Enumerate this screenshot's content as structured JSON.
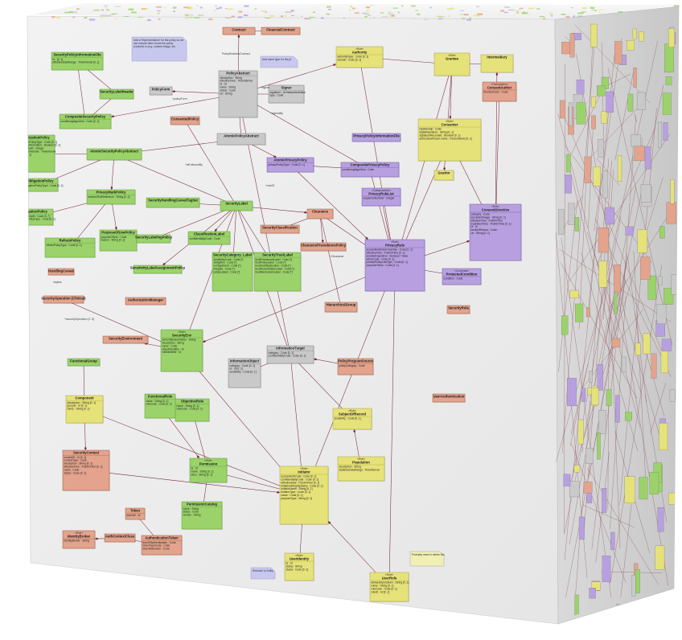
{
  "colors": {
    "green": "#9bd36a",
    "green_border": "#5e9a37",
    "yellow": "#e6e27a",
    "yellow_border": "#a6a23a",
    "purple": "#b8a0e0",
    "purple_border": "#6e55a8",
    "salmon": "#e3a38c",
    "salmon_border": "#9a5a46",
    "gray": "#c9c9c9",
    "gray_border": "#808080",
    "note": "#c8c8ee",
    "note_yellow": "#f0f0b4",
    "edge": "#7a2b3a"
  },
  "classes": [
    {
      "id": "contract",
      "name": "Contract",
      "color": "salmon",
      "attrs": []
    },
    {
      "id": "financialcontract",
      "name": "FinancialContract",
      "color": "salmon",
      "attrs": []
    },
    {
      "id": "securitypolicyinfofile",
      "name": "SecurityPolicyInformationFile",
      "color": "green",
      "attrs": [
        "id : [0..1]",
        "effectiveDateRange : TimeInterval [0..1]"
      ]
    },
    {
      "id": "authority",
      "name": "Authority",
      "stereo": "«Role»",
      "color": "yellow",
      "attrs": [
        "authorityType : Code [0..1]",
        "domain : Code [0..1]"
      ]
    },
    {
      "id": "grantee",
      "name": "Grantee",
      "stereo": "«Role»",
      "color": "yellow",
      "attrs": []
    },
    {
      "id": "intermediary",
      "name": "Intermediary",
      "color": "yellow",
      "attrs": []
    },
    {
      "id": "consentauthor",
      "name": "ConsentAuthor",
      "stereo": "«Participation»",
      "color": "salmon",
      "attrs": [
        "functionCode : Code"
      ]
    },
    {
      "id": "policyabstract",
      "name": "PolicyAbstract",
      "color": "gray",
      "attrs": [
        "description : String",
        "effectiveTime : TimeInterval",
        "id : Id",
        "name : String",
        "status : Code",
        "uri : String"
      ]
    },
    {
      "id": "signer",
      "name": "Signer",
      "color": "gray",
      "attrs": [
        "signature : UninterpretedValue",
        "type : Code"
      ]
    },
    {
      "id": "policyform",
      "name": "PolicyForm",
      "color": "gray",
      "attrs": []
    },
    {
      "id": "securitylabelheader",
      "name": "SecurityLabelHeader",
      "color": "green",
      "attrs": []
    },
    {
      "id": "compositesecuritypolicy",
      "name": "CompositeSecurityPolicy",
      "color": "green",
      "attrs": [
        "combiningAlgorithm : Code [0..1]"
      ]
    },
    {
      "id": "consentedpolicy",
      "name": "ConsentedPolicy",
      "color": "salmon",
      "attrs": []
    },
    {
      "id": "atomicpolicyabstract",
      "name": "AtomicPolicyAbstract",
      "color": "gray",
      "attrs": []
    },
    {
      "id": "authorizationpolicy",
      "name": "AuthorizationPolicy",
      "color": "green",
      "attrs": [
        "authorizationPolicyType : Code [0..1]",
        "delegationAuthorization : Boolean [0..1]",
        "delegationDepth : Integer",
        "delegationHomeDate : TimeInterval",
        "id : Code [0..1]"
      ]
    },
    {
      "id": "atomicsecuritypolicyabstract",
      "name": "AtomicSecurityPolicyAbstract",
      "color": "green",
      "attrs": []
    },
    {
      "id": "atomicprivacypolicy",
      "name": "AtomicPrivacyPolicy",
      "color": "purple",
      "attrs": [
        "privacyPolicyType : Code [0..1]"
      ]
    },
    {
      "id": "privacypolicyinfofile",
      "name": "PrivacyPolicyInformationFile",
      "color": "purple",
      "attrs": []
    },
    {
      "id": "compositeprivacypolicy",
      "name": "CompositePrivacyPolicy",
      "color": "purple",
      "attrs": [
        "combiningAlgorithm : Code"
      ]
    },
    {
      "id": "consenter",
      "name": "Consenter",
      "stereo": "«Role»",
      "color": "yellow",
      "attrs": [
        "relationship : Code",
        "digitalSignature : String [0..1]",
        "signatureRecorded : Boolean [0..1]",
        "authorizedPerson name : PersonName [0..1]"
      ]
    },
    {
      "id": "obligationpolicy",
      "name": "ObligationPolicy",
      "color": "green",
      "attrs": [
        "obligationPolicyType : Code [0..1]"
      ]
    },
    {
      "id": "privacymarkpolicy",
      "name": "PrivacyMarkPolicy",
      "color": "green",
      "attrs": [
        "markedTextReference : String [0..1]"
      ]
    },
    {
      "id": "securityhandlingcaveat",
      "name": "SecurityHandlingCaveatTagSet",
      "color": "green",
      "attrs": []
    },
    {
      "id": "securitylabel",
      "name": "SecurityLabel",
      "color": "green",
      "attrs": []
    },
    {
      "id": "privacyrulelist",
      "name": "PrivacyRuleList",
      "stereo": "«Categorization»",
      "color": "purple",
      "attrs": [
        "sequenceNumber : Integer"
      ]
    },
    {
      "id": "grantor",
      "name": "Grantor",
      "color": "yellow",
      "attrs": []
    },
    {
      "id": "consentdirective",
      "name": "ConsentDirective",
      "stereo": "«Role»",
      "color": "purple",
      "attrs": [
        "category : Code",
        "documentImage : String [0..1]",
        "effectiveTime : PointInTime",
        "expirationTime : PointInTime [0..1]",
        "id : Id",
        "declineReason : Code",
        "uri : String [0..1]"
      ]
    },
    {
      "id": "delegationpolicy",
      "name": "DelegationPolicy",
      "color": "green",
      "attrs": [
        "delegationDepth : Code [0..*]",
        "delegatedPolicyType : Code [0..1]"
      ]
    },
    {
      "id": "purposeofusepolicy",
      "name": "PurposeOfUsePolicy",
      "color": "green",
      "attrs": [
        "purposeOfUse : Code",
        "reason : String [0..1]"
      ]
    },
    {
      "id": "securitylabelingpolicy",
      "name": "SecurityLabelingPolicy",
      "color": "green",
      "attrs": []
    },
    {
      "id": "clearance",
      "name": "Clearance",
      "color": "salmon",
      "attrs": []
    },
    {
      "id": "securityclassification",
      "name": "SecurityClassification",
      "color": "salmon",
      "attrs": []
    },
    {
      "id": "classificationlabel",
      "name": "ClassificationLabel",
      "color": "green",
      "attrs": [
        "confidentialityCode : Code"
      ]
    },
    {
      "id": "refrainpolicy",
      "name": "RefrainPolicy",
      "color": "green",
      "attrs": [
        "refrainPolicyType : Code [0..1]"
      ]
    },
    {
      "id": "clearanceprecedencepolicy",
      "name": "ClearancePrecedencePolicy",
      "color": "salmon",
      "attrs": []
    },
    {
      "id": "privacyrule",
      "name": "PrivacyRule",
      "stereo": "«Role»",
      "color": "purple",
      "attrs": [
        "accessRestrictionOverride : Code [0..1]",
        "effectiveTime : PointInTime [0..1]",
        "enabledOperation : Boolean = false",
        "effectCode : Code [0..1]",
        "privacyPolicyLawType : Code [0..1]",
        "purposeOfUse : Code [0..1]"
      ]
    },
    {
      "id": "protectedcondition",
      "name": "ProtectedCondition",
      "stereo": "«Constraint»",
      "color": "purple",
      "attrs": [
        "condition : Code"
      ]
    },
    {
      "id": "securitycategorylabel",
      "name": "SecurityCategory_Label",
      "color": "green",
      "attrs": [
        "sensitivityCode : Code [*]",
        "obligation : Code [*]",
        "compartment : Code [*]",
        "integrity : Code [*]",
        "policyLabels : Code [*]"
      ]
    },
    {
      "id": "securitytrustlabel",
      "name": "SecurityTrustLabel",
      "color": "green",
      "attrs": [
        "trustFrameworkLabel : Code [*]",
        "trustPolicyLabel : Code [*]",
        "trustCertificateLabel : Code [*]",
        "trustAccreditationLabel : Code [*]",
        "trustMechanismLabel : Code [*]"
      ]
    },
    {
      "id": "sensitivitylabelpolicy",
      "name": "SensitivityLabelAssignmentPolicy",
      "color": "green",
      "attrs": []
    },
    {
      "id": "handlingcaveat",
      "name": "HandlingCaveat",
      "color": "salmon",
      "attrs": []
    },
    {
      "id": "authorizationmanager",
      "name": "AuthorizationManager",
      "color": "salmon",
      "attrs": []
    },
    {
      "id": "securityoperation",
      "name": "SecurityOperation (Clinical)",
      "color": "salmon",
      "attrs": []
    },
    {
      "id": "securityrole",
      "name": "SecurityRole",
      "color": "salmon",
      "attrs": []
    },
    {
      "id": "hierarchicalgroup",
      "name": "HierarchicalGroup",
      "color": "salmon",
      "attrs": []
    },
    {
      "id": "securityenvironment",
      "name": "SecurityEnvironment",
      "color": "salmon",
      "attrs": []
    },
    {
      "id": "securityenv",
      "name": "SecurityEnv",
      "stereo": "«Role»",
      "color": "green",
      "attrs": [
        "authorityIssuerName : String",
        "description : String",
        "name : Code",
        "objectIdentifier : Id",
        "roleIdentifier : Id"
      ]
    },
    {
      "id": "informationobject",
      "name": "InformationObject",
      "color": "gray",
      "attrs": [
        "category : Code [0..1]",
        "id : Id [0..1]",
        "sensitivity : Code [0..1]"
      ]
    },
    {
      "id": "informationtarget",
      "name": "InformationTarget",
      "color": "gray",
      "attrs": [
        "category : Code [0..1]",
        "confidentialityCode : Code [0..1]"
      ]
    },
    {
      "id": "policyprogramsource",
      "name": "PolicyProgramSource",
      "color": "salmon",
      "attrs": [
        "policyCategory : Code"
      ]
    },
    {
      "id": "functionalgroup",
      "name": "FunctionalGroup",
      "color": "green",
      "attrs": []
    },
    {
      "id": "component",
      "name": "Component",
      "color": "yellow",
      "attrs": [
        "description : String [0..1]",
        "grouple : Id [0..1]",
        "name : String [0..1]"
      ]
    },
    {
      "id": "functionalrole",
      "name": "FunctionalRole",
      "color": "green",
      "attrs": [
        "name : String [0..1]",
        "roleCode : Code [0..1]"
      ]
    },
    {
      "id": "objectiverole",
      "name": "ObjectiveRole",
      "color": "green",
      "attrs": [
        "name : String [0..1]",
        "roleCode : Code [0..1]"
      ]
    },
    {
      "id": "subjectofrecord",
      "name": "SubjectOfRecord",
      "stereo": "«Role»",
      "color": "yellow",
      "attrs": [
        "sensitivity : Code [0..1]"
      ]
    },
    {
      "id": "userauthentication",
      "name": "UserAuthentication",
      "color": "salmon",
      "attrs": []
    },
    {
      "id": "securitycontext",
      "name": "SecurityContext",
      "color": "salmon",
      "attrs": [
        "contextID : Id [0..1]",
        "contextType : Code",
        "description : String [0..1]",
        "effectiveTime : PointInTime [0..1]",
        "name : Code",
        "status : Code [0..1]"
      ]
    },
    {
      "id": "permission",
      "name": "Permission",
      "stereo": "«Role»",
      "color": "green",
      "attrs": [
        "id : Id",
        "name : String [0..1]",
        "desc : String [0..1]"
      ]
    },
    {
      "id": "population",
      "name": "Population",
      "stereo": "«Role»",
      "color": "yellow",
      "attrs": [
        "description : String",
        "statisticsDataRange : TimeInterval"
      ]
    },
    {
      "id": "initiator",
      "name": "Initiator",
      "stereo": "«Role»",
      "color": "yellow",
      "attrs": [
        "accessAuthCode : Code [0..1]",
        "confidentialityCode : Code [0..1]",
        "effectiveDate : PointInTime [0..1]",
        "initiationIntegrityStatus : Code [0..1]",
        "initiatorName : String [0..1]",
        "initiatorType : Code [0..1]",
        "name : Code [0..1]",
        "purposeType : String [0..1]"
      ]
    },
    {
      "id": "permissioncatalog",
      "name": "PermissionCatalog",
      "color": "green",
      "attrs": [
        "name : String",
        "status : Code",
        "version : String"
      ]
    },
    {
      "id": "token",
      "name": "Token",
      "color": "salmon",
      "attrs": [
        "tokenID : Id"
      ]
    },
    {
      "id": "identitybroker",
      "name": "IdentityBroker",
      "stereo": "«Role»",
      "color": "salmon",
      "attrs": [
        "identityBroker : String"
      ]
    },
    {
      "id": "authcontextclass",
      "name": "AuthContextClass",
      "color": "salmon",
      "attrs": []
    },
    {
      "id": "authenticationtoken",
      "name": "AuthenticationToken",
      "color": "salmon",
      "attrs": [
        "timeOfAuthentication : Code",
        "tokenTypeCode : Code",
        "tokenExtension : Code"
      ]
    },
    {
      "id": "useridentity",
      "name": "UserIdentity",
      "stereo": "«Role»",
      "color": "yellow",
      "attrs": [
        "id : Id",
        "status : String",
        "status : Code [0..1]"
      ]
    },
    {
      "id": "userrole",
      "name": "UserRole",
      "stereo": "«Role»",
      "color": "yellow",
      "attrs": [
        "allowedOperations : String [0..1]",
        "name : String [0..1]",
        "roleCode : Code [0..1]",
        "roleID : Id [0..1]"
      ]
    }
  ],
  "notes": [
    {
      "id": "note1",
      "color": "note",
      "text": [
        "Add a 'Representation' for the policy so we",
        "can include other forms the policy",
        "(content) to (e.g. content image, etc"
      ]
    },
    {
      "id": "note2",
      "color": "note",
      "text": [
        "Add name type for the pf"
      ]
    },
    {
      "id": "note3",
      "color": "note",
      "text": [
        "Relevant to Entity"
      ]
    },
    {
      "id": "note4",
      "color": "note_yellow",
      "text": [
        "Probably need to delete this"
      ]
    }
  ],
  "edge_labels": [
    {
      "id": "lbl_policyrealizes",
      "text": "PolicyRealizesContract"
    },
    {
      "id": "lbl_policyform",
      "text": "+policyForm"
    },
    {
      "id": "lbl_signer",
      "text": "+signer"
    },
    {
      "id": "lbl_signedby",
      "text": "+signedBy"
    },
    {
      "id": "lbl_enforcedby",
      "text": "+isEnforcedBy"
    },
    {
      "id": "lbl_implies",
      "text": "implies"
    },
    {
      "id": "lbl_secop",
      "text": "+securityOperation [2..5]"
    },
    {
      "id": "lbl_clear",
      "text": "+Clearance"
    },
    {
      "id": "lbl_roleof",
      "text": "+roleOf"
    }
  ]
}
